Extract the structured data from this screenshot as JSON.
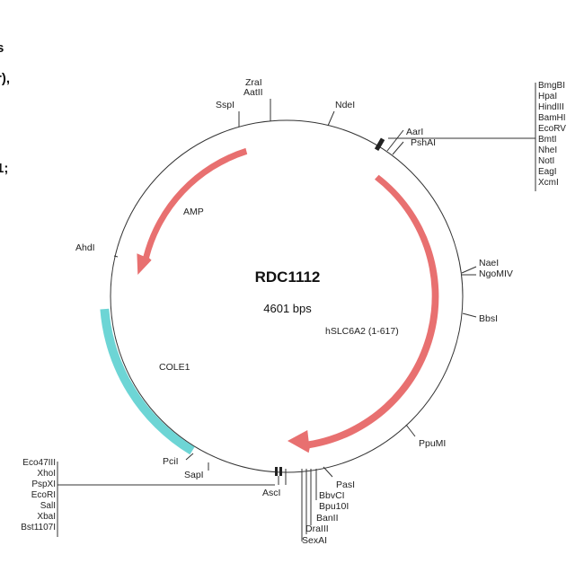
{
  "edge_text": {
    "line1": "s",
    "line2": "r),",
    "line3": "1;"
  },
  "plasmid": {
    "name": "RDC1112",
    "size": "4601 bps"
  },
  "features": {
    "amp": {
      "label": "AMP",
      "color": "#e87070"
    },
    "insert": {
      "label": "hSLC6A2 (1-617)",
      "color": "#e87070"
    },
    "cole1": {
      "label": "COLE1",
      "color": "#6dd5d5"
    }
  },
  "sites": {
    "zrai": "ZraI",
    "aatii": "AatII",
    "sspi": "SspI",
    "ndei": "NdeI",
    "aari": "AarI",
    "pshai": "PshAI",
    "top_right_list": [
      "BmgBI",
      "HpaI",
      "HindIII",
      "BamHI",
      "EcoRV",
      "BmtI",
      "NheI",
      "NotI",
      "EagI",
      "XcmI"
    ],
    "naei": "NaeI",
    "ngomiv": "NgoMIV",
    "bbsi": "BbsI",
    "ppumi": "PpuMI",
    "pasi": "PasI",
    "bbvci": "BbvCI",
    "bpu10i": "Bpu10I",
    "banii": "BanII",
    "draiii": "DraIII",
    "sexai": "SexAI",
    "asci": "AscI",
    "sapi": "SapI",
    "pcii": "PciI",
    "ahdi": "AhdI",
    "bottom_left_list": [
      "Eco47III",
      "XhoI",
      "PspXI",
      "EcoRI",
      "SalI",
      "XbaI",
      "Bst1107I"
    ]
  }
}
